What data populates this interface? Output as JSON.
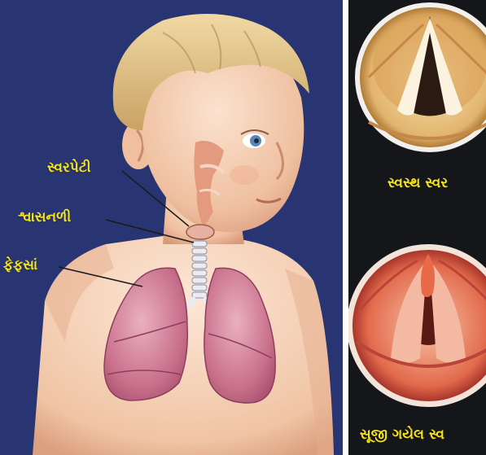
{
  "diagram": {
    "labels": {
      "larynx": "સ્વરપેટી",
      "trachea": "શ્વાસનળી",
      "lungs": "ફેફસાં"
    }
  },
  "comparison": {
    "healthy_caption": "સ્વસ્થ સ્વર",
    "swollen_caption": "સૂજી ગયેલ સ્વ"
  },
  "colors": {
    "left_background": "#2d3a78",
    "right_background": "#15161a",
    "label_text": "#f4e31b",
    "lung_pink": "#c9708c"
  },
  "icons": {
    "child": "child-anatomy-illustration",
    "healthy": "healthy-vocal-cords-illustration",
    "swollen": "swollen-vocal-cords-illustration"
  }
}
